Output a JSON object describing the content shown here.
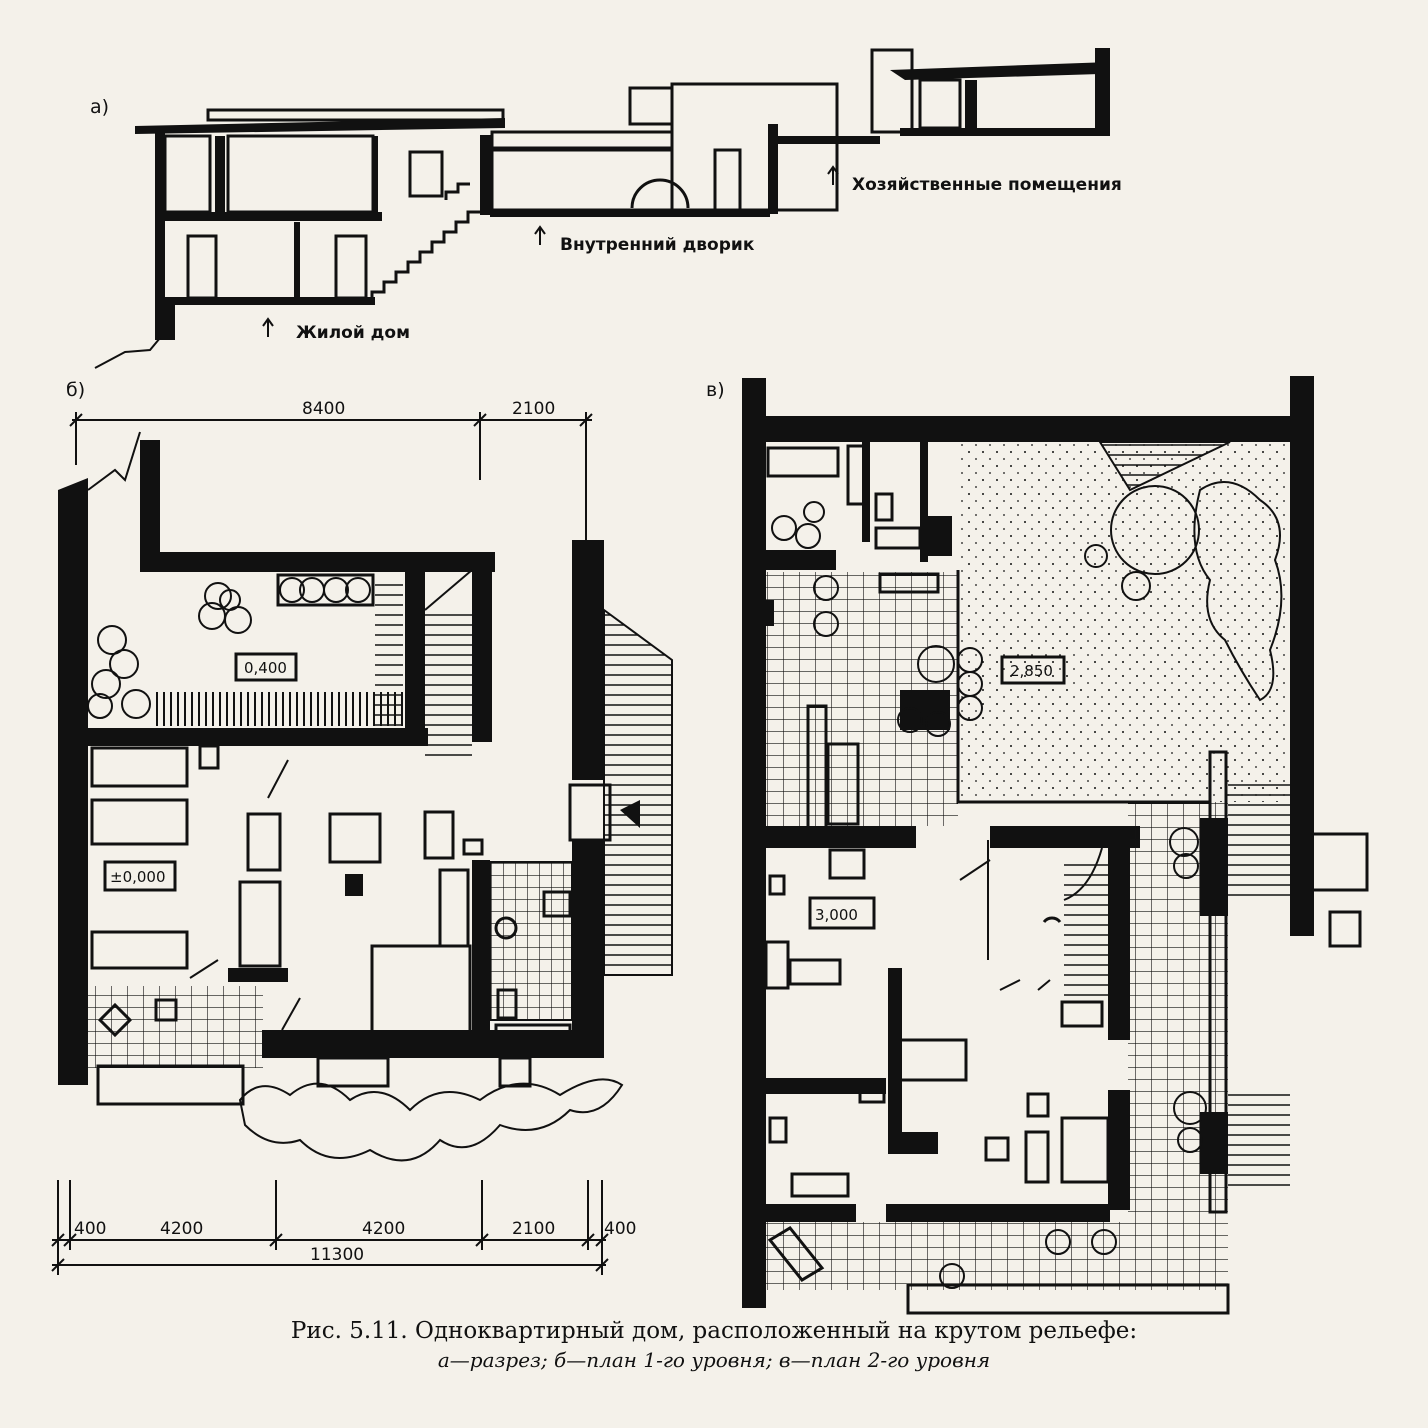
{
  "panels": {
    "section_marker": "а)",
    "level1_marker": "б)",
    "level2_marker": "в)"
  },
  "section_labels": {
    "service_rooms": "Хозяйственные помещения",
    "inner_courtyard": "Внутренний дворик",
    "living_house": "Жилой дом"
  },
  "levels": {
    "terrace_low": "0,400",
    "ground": "±0,000",
    "courtyard": "2,850",
    "upper_floor": "3,000"
  },
  "dimensions": {
    "top_span_1": "8400",
    "top_span_2": "2100",
    "bottom_400_left": "400",
    "bottom_4200_a": "4200",
    "bottom_4200_b": "4200",
    "bottom_2100": "2100",
    "bottom_400_right": "400",
    "bottom_total": "11300"
  },
  "caption": {
    "line1": "Рис. 5.11. Одноквартирный дом, расположенный на крутом рельефе:",
    "line2": "а—разрез; б—план 1-го уровня; в—план 2-го уровня"
  }
}
